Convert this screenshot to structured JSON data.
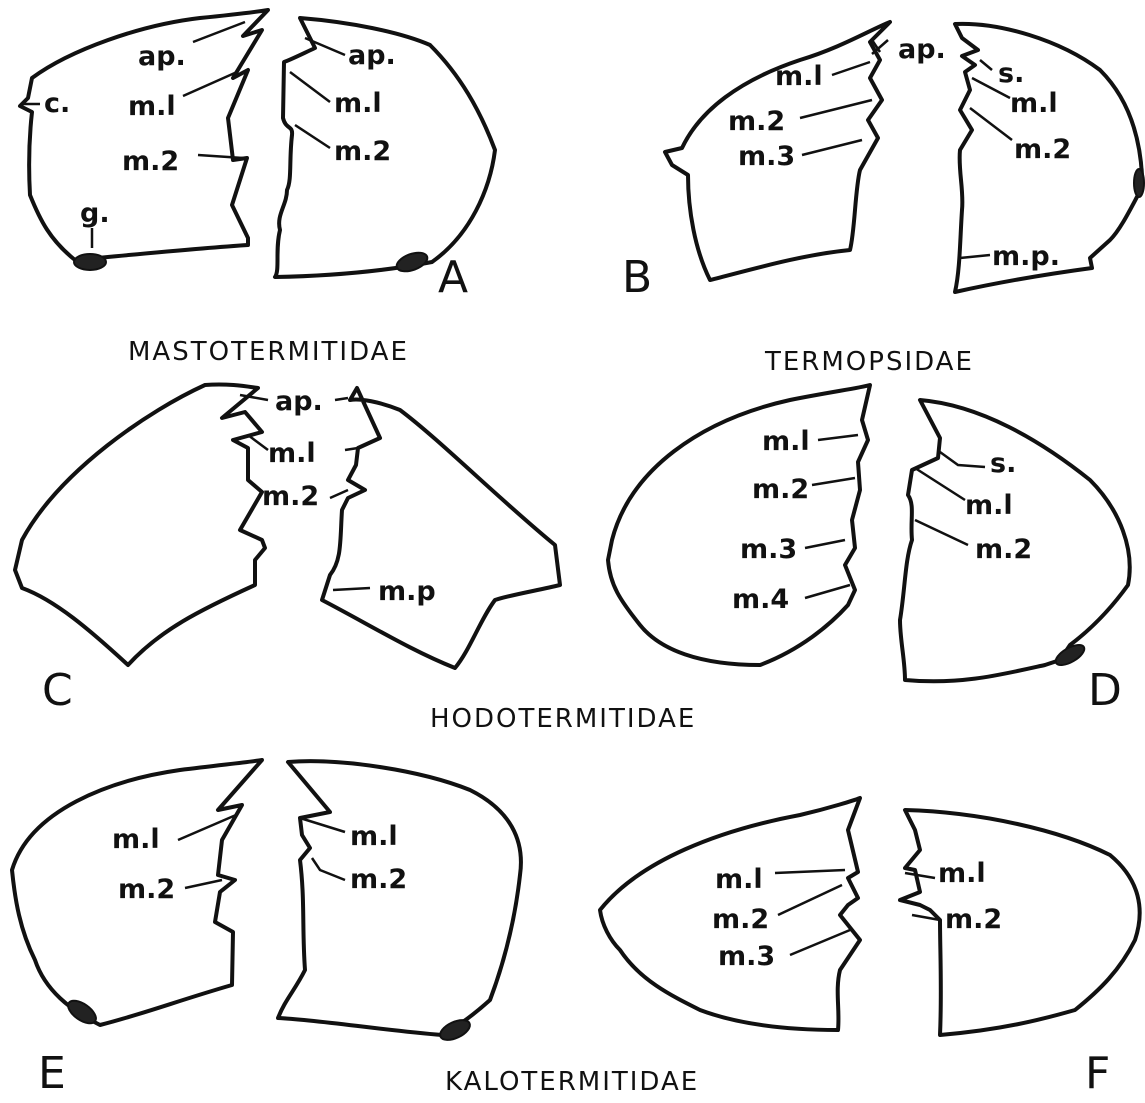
{
  "panels": {
    "A": {
      "letter": "A",
      "labels": {
        "ap_l": "ap.",
        "ap_r": "ap.",
        "c": "c.",
        "m1_l": "m.l",
        "m1_r": "m.l",
        "m2_l": "m.2",
        "m2_r": "m.2",
        "g": "g."
      }
    },
    "B": {
      "letter": "B",
      "labels": {
        "ap": "ap.",
        "m1_l": "m.l",
        "m2_l": "m.2",
        "m3_l": "m.3",
        "s": "s.",
        "m1_r": "m.l",
        "m2_r": "m.2",
        "mp": "m.p."
      }
    },
    "C": {
      "letter": "C",
      "labels": {
        "ap": "ap.",
        "m1": "m.l",
        "m2": "m.2",
        "mp": "m.p"
      }
    },
    "D": {
      "letter": "D",
      "labels": {
        "m1_l": "m.l",
        "m2_l": "m.2",
        "m3_l": "m.3",
        "m4_l": "m.4",
        "s": "s.",
        "m1_r": "m.l",
        "m2_r": "m.2"
      }
    },
    "E": {
      "letter": "E",
      "labels": {
        "m1_l": "m.l",
        "m2_l": "m.2",
        "m1_r": "m.l",
        "m2_r": "m.2"
      }
    },
    "F": {
      "letter": "F",
      "labels": {
        "m1_l": "m.l",
        "m2_l": "m.2",
        "m3_l": "m.3",
        "m1_r": "m.l",
        "m2_r": "m.2"
      }
    }
  },
  "families": {
    "mastotermitidae": "MASTOTERMITIDAE",
    "termopsidae": "TERMOPSIDAE",
    "hodotermitidae": "HODOTERMITIDAE",
    "kalotermitidae": "KALOTERMITIDAE"
  }
}
